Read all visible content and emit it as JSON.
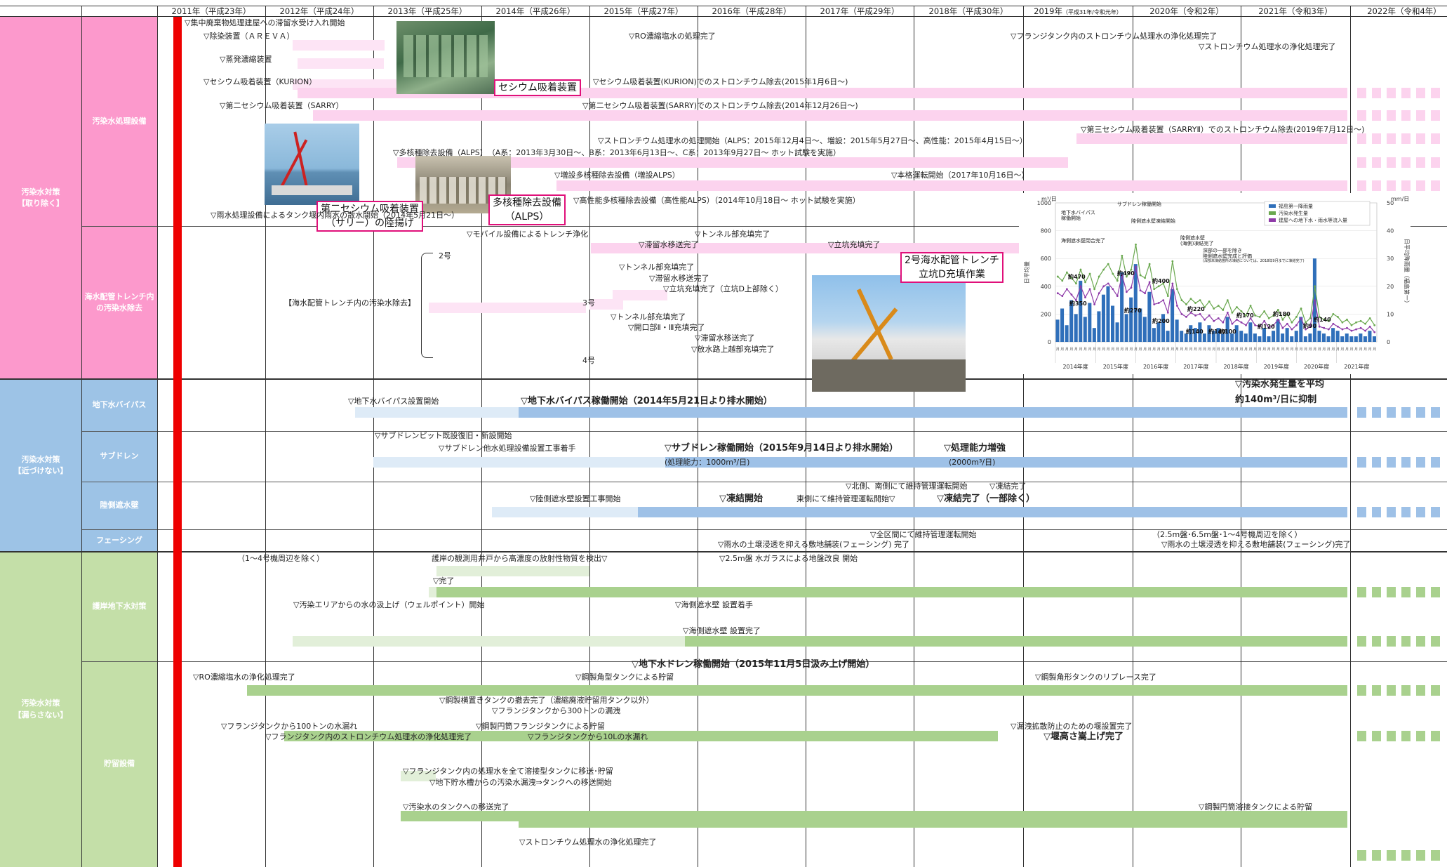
{
  "years": [
    {
      "t": "2011年（平成23年）"
    },
    {
      "t": "2012年（平成24年）"
    },
    {
      "t": "2013年（平成25年）"
    },
    {
      "t": "2014年（平成26年）"
    },
    {
      "t": "2015年（平成27年）"
    },
    {
      "t": "2016年（平成28年）"
    },
    {
      "t": "2017年（平成29年）"
    },
    {
      "t": "2018年（平成30年）"
    },
    {
      "t": "2019年",
      "s": "（平成31年/令和元年）"
    },
    {
      "t": "2020年（令和2年）"
    },
    {
      "t": "2021年（令和3年）"
    },
    {
      "t": "2022年（令和4年）"
    }
  ],
  "categories": [
    {
      "label": "汚染水対策\n【取り除く】",
      "color": "#fc99cc"
    },
    {
      "label": "汚染水対策\n【近づけない】",
      "color": "#9dc3e6"
    },
    {
      "label": "汚染水対策\n【漏らさない】",
      "color": "#c4dfa8"
    }
  ],
  "subcategories": [
    {
      "label": "汚染水処理設備",
      "color": "#fc99cc"
    },
    {
      "label": "海水配管トレンチ内\nの汚染水除去",
      "color": "#fc99cc"
    },
    {
      "label": "地下水バイパス",
      "color": "#9dc3e6"
    },
    {
      "label": "サブドレン",
      "color": "#9dc3e6"
    },
    {
      "label": "陸側遮水壁",
      "color": "#9dc3e6"
    },
    {
      "label": "フェーシング",
      "color": "#9dc3e6"
    },
    {
      "label": "護岸地下水対策",
      "color": "#c4dfa8"
    },
    {
      "label": "貯留設備",
      "color": "#c4dfa8"
    }
  ],
  "colors": {
    "pink_bar": "#fcd3ee",
    "pink_light": "#fde4f5",
    "blue_bar": "#9ec1e7",
    "blue_light": "#deebf7",
    "green_bar": "#a9d18e",
    "green_light": "#e2efd9",
    "red_line": "#ee0000",
    "caption_border": "#e0107a"
  },
  "bars": [
    {
      "c": "pink_light",
      "x0": 1.256,
      "x1": 2.103
    },
    {
      "c": "pink_light",
      "x0": 1.299,
      "x1": 2.096
    },
    {
      "c": "pink_light",
      "x0": 1.256,
      "x1": 2.226
    },
    {
      "c": "pink_bar",
      "x0": 1.298,
      "x1": 11.0
    },
    {
      "c": "pink_bar",
      "x0": 1.441,
      "x1": 11.0
    },
    {
      "c": "pink_bar",
      "x0": 8.49,
      "x1": 11.0
    },
    {
      "c": "pink_bar",
      "x0": 2.223,
      "x1": 8.413
    },
    {
      "c": "pink_bar",
      "x0": 3.692,
      "x1": 11.0
    },
    {
      "c": "pink_bar",
      "x0": 4.01,
      "x1": 11.0
    },
    {
      "c": "pink_light",
      "x0": 2.513,
      "x1": 3.969
    },
    {
      "c": "pink_light",
      "x0": 4.216,
      "x1": 4.719
    },
    {
      "c": "pink_light",
      "x0": 4.0,
      "x1": 4.309
    },
    {
      "c": "blue_light",
      "x0": 1.833,
      "x1": 3.346
    },
    {
      "c": "blue_bar",
      "x0": 3.346,
      "x1": 11.0
    },
    {
      "c": "blue_light",
      "x0": 2.0,
      "x1": 4.7
    },
    {
      "c": "blue_bar",
      "x0": 4.7,
      "x1": 11.0
    },
    {
      "c": "blue_light",
      "x0": 3.096,
      "x1": 4.451
    },
    {
      "c": "blue_bar",
      "x0": 4.451,
      "x1": 11.0
    },
    {
      "c": "green_light",
      "x0": 2.583,
      "x1": 4.0
    },
    {
      "c": "green_light",
      "x0": 2.513,
      "x1": 4.88
    },
    {
      "c": "green_bar",
      "x0": 2.583,
      "x1": 11.0
    },
    {
      "c": "green_light",
      "x0": 1.25,
      "x1": 4.88
    },
    {
      "c": "green_bar",
      "x0": 4.88,
      "x1": 11.0
    },
    {
      "c": "green_bar",
      "x0": 0.833,
      "x1": 11.0
    },
    {
      "c": "green_bar",
      "x0": 1.174,
      "x1": 7.77
    },
    {
      "c": "green_light",
      "x0": 2.256,
      "x1": 2.58
    },
    {
      "c": "green_bar",
      "x0": 2.256,
      "x1": 11.0
    },
    {
      "c": "green_bar",
      "x0": 3.346,
      "x1": 11.0
    }
  ],
  "dashes": [
    {
      "c": "pink_bar",
      "row": 0
    },
    {
      "c": "pink_bar",
      "row": 1
    },
    {
      "c": "pink_bar",
      "row": 2
    },
    {
      "c": "pink_bar",
      "row": 3
    },
    {
      "c": "pink_bar",
      "row": 4
    },
    {
      "c": "blue_bar",
      "row": 5
    },
    {
      "c": "blue_bar",
      "row": 6
    },
    {
      "c": "blue_bar",
      "row": 7
    },
    {
      "c": "green_bar",
      "row": 8
    },
    {
      "c": "green_bar",
      "row": 9
    },
    {
      "c": "green_bar",
      "row": 10
    },
    {
      "c": "green_bar",
      "row": 11
    },
    {
      "c": "green_bar",
      "row": 12
    }
  ],
  "events": [
    "▽集中廃棄物処理建屋への滞留水受け入れ開始",
    "▽除染装置（ＡＲＥＶＡ）",
    "▽蒸発濃縮装置",
    "▽セシウム吸着装置（KURION）",
    "▽第二セシウム吸着装置（SARRY）",
    "▽RO濃縮塩水の処理完了",
    "▽フランジタンク内のストロンチウム処理水の浄化処理完了",
    "▽ストロンチウム処理水の浄化処理完了",
    "▽セシウム吸着装置(KURION)でのストロンチウム除去(2015年1月6日～)",
    "▽第二セシウム吸着装置(SARRY)でのストロンチウム除去(2014年12月26日～)",
    "▽第三セシウム吸着装置（SARRYⅡ）でのストロンチウム除去(2019年7月12日～)",
    "▽ストロンチウム処理水の処理開始（ALPS：2015年12月4日～、増設：2015年5月27日～、高性能：2015年4月15日～）",
    "▽多核種除去設備（ALPS）　（A系：2013年3月30日～、B系：2013年6月13日～、C系：2013年9月27日～ ホット試験を実施）",
    "▽増設多核種除去設備（増設ALPS）",
    "▽本格運転開始（2017年10月16日～）",
    "▽高性能多核種除去設備（高性能ALPS）（2014年10月18日～ ホット試験を実施）",
    "▽モバイル設備によるトレンチ浄化",
    "▽トンネル部充填完了",
    "▽滞留水移送完了",
    "▽立坑充填完了",
    "2号",
    "▽トンネル部充填完了",
    "▽滞留水移送完了",
    "▽立坑充填完了（立坑D上部除く）",
    "【海水配管トレンチ内の汚染水除去】",
    "3号",
    "▽トンネル部充填完了",
    "▽開口部Ⅱ・Ⅲ充填完了",
    "▽滞留水移送完了",
    "▽放水路上越部充填完了",
    "4号",
    "▽地下水バイパス設置開始",
    "▽地下水バイパス稼働開始（2014年5月21日より排水開始）",
    "▽汚染水発生量を平均",
    "約140m³/日に抑制",
    "▽サブドレンピット既設復旧・新設開始",
    "▽サブドレン他水処理設備設置工事着手",
    "▽サブドレン稼働開始（2015年9月14日より排水開始）",
    "▽処理能力増強",
    "(処理能力：1000m³/日)",
    "(2000m³/日)",
    "▽北側、南側にて維持管理運転開始",
    "▽凍結完了",
    "▽陸側遮水壁設置工事開始",
    "▽凍結開始",
    "東側にて維持管理運転開始▽",
    "▽凍結完了（一部除く）",
    "▽全区間にて維持管理運転開始",
    "▽雨水の土壌浸透を抑える敷地舗装(フェーシング) 完了",
    "（2.5m盤･6.5m盤･1～4号機周辺を除く）",
    "▽雨水の土壌浸透を抑える敷地舗装(フェーシング)完了",
    "（1～4号機周辺を除く）",
    "護岸の観測用井戸から高濃度の放射性物質を検出▽",
    "▽2.5m盤 水ガラスによる地盤改良 開始",
    "▽完了",
    "▽汚染エリアからの水の汲上げ（ウェルポイント）開始",
    "▽海側遮水壁 設置着手",
    "▽海側遮水壁 設置完了",
    "▽地下水ドレン稼働開始（2015年11月5日汲み上げ開始）",
    "▽RO濃縮塩水の浄化処理完了",
    "▽鋼製角型タンクによる貯留",
    "▽鋼製角形タンクのリプレース完了",
    "▽鋼製横置きタンクの撤去完了（濃縮廃液貯留用タンク以外）",
    "▽フランジタンクから300トンの漏洩",
    "▽フランジタンクから100トンの水漏れ",
    "▽鋼製円筒フランジタンクによる貯留",
    "▽漏洩拡散防止のための堰設置完了",
    "▽フランジタンク内のストロンチウム処理水の浄化処理完了",
    "▽フランジタンクから10Lの水漏れ",
    "▽堰高さ嵩上げ完了",
    "▽フランジタンク内の処理水を全て溶接型タンクに移送･貯留",
    "▽地下貯水槽からの汚染水漏洩⇒タンクへの移送開始",
    "▽汚染水のタンクへの移送完了",
    "▽鋼製円筒溶接タンクによる貯留",
    "▽ストロンチウム処理水の浄化処理完了",
    "▽雨水処理設備によるタンク堰内雨水の散水開始（2014年5月21日～）"
  ],
  "captions": [
    {
      "lines": [
        "セシウム吸着装置"
      ]
    },
    {
      "lines": [
        "第二セシウム吸着装置",
        "（サリー）の陸揚げ"
      ]
    },
    {
      "lines": [
        "多核種除去設備",
        "（ALPS）"
      ]
    },
    {
      "lines": [
        "2号海水配管トレンチ",
        "立坑D充填作業"
      ]
    }
  ],
  "photos": [
    "cesium-plant-photo",
    "sarry-crane-photo",
    "alps-photo",
    "trench-pump-photo"
  ],
  "chart_data": {
    "type": "bar",
    "left_unit": "m³/日",
    "right_unit": "mm/日",
    "left_ticks": [
      "1000",
      "800",
      "600",
      "400",
      "200",
      "0"
    ],
    "right_ticks": [
      "50",
      "40",
      "30",
      "20",
      "10",
      "0"
    ],
    "ylabel": "日平均量",
    "ylabel_right": "日平均降雨量（福島第一）",
    "legend": [
      "福島第一降雨量",
      "汚染水発生量",
      "建屋への地下水・雨水等流入量"
    ],
    "fiscal_years": [
      "2014年度",
      "2015年度",
      "2016年度",
      "2017年度",
      "2018年度",
      "2019年度",
      "2020年度",
      "2021年度"
    ],
    "annotations": [
      "地下水バイパス\n稼働開始",
      "サブドレン稼働開始",
      "陸側遮水壁凍結開始",
      "海側遮水壁閉合完了",
      "陸側遮水壁\n(海側)凍結完了",
      "深部の一部を除き\n陸側遮水壁完成と評価",
      "(深部未凍結箇所の凍結については、2018年9月までに凍結完了)"
    ],
    "peak_labels": [
      "約470",
      "約350",
      "約270",
      "約490",
      "約400",
      "約200",
      "約140",
      "約220",
      "約140",
      "約100",
      "約170",
      "約120",
      "約180",
      "約90",
      "約140"
    ],
    "series": [
      {
        "name": "汚染水発生量",
        "values": [
          470,
          440,
          500,
          460,
          420,
          520,
          430,
          490,
          380,
          470,
          520,
          560,
          490,
          440,
          620,
          470,
          520,
          700,
          480,
          460,
          560,
          380,
          400,
          420,
          330,
          580,
          380,
          300,
          270,
          310,
          280,
          300,
          250,
          290,
          240,
          260,
          230,
          300,
          210,
          250,
          220,
          190,
          260,
          190,
          180,
          220,
          170,
          190,
          230,
          160,
          200,
          140,
          180,
          240,
          140,
          170,
          400,
          180,
          160,
          150,
          200,
          180,
          140,
          160,
          120,
          140,
          150,
          130,
          170,
          120
        ]
      },
      {
        "name": "建屋への地下水・雨水等流入量",
        "values": [
          350,
          330,
          380,
          340,
          300,
          400,
          320,
          380,
          270,
          350,
          400,
          420,
          380,
          330,
          480,
          360,
          390,
          540,
          370,
          350,
          430,
          270,
          280,
          300,
          210,
          420,
          260,
          200,
          180,
          210,
          190,
          200,
          160,
          190,
          150,
          170,
          140,
          210,
          130,
          160,
          140,
          120,
          170,
          120,
          110,
          150,
          100,
          120,
          160,
          100,
          130,
          90,
          120,
          170,
          90,
          110,
          300,
          110,
          100,
          90,
          130,
          110,
          90,
          100,
          80,
          90,
          100,
          80,
          110,
          70
        ]
      },
      {
        "name": "福島第一降雨量",
        "values": [
          8,
          12,
          6,
          15,
          10,
          22,
          9,
          14,
          5,
          11,
          17,
          20,
          13,
          7,
          25,
          10,
          16,
          28,
          12,
          9,
          18,
          5,
          7,
          10,
          4,
          19,
          8,
          4,
          3,
          6,
          5,
          7,
          3,
          6,
          4,
          5,
          3,
          9,
          3,
          6,
          4,
          3,
          7,
          3,
          2,
          5,
          2,
          4,
          8,
          3,
          5,
          2,
          4,
          9,
          2,
          3,
          30,
          4,
          3,
          2,
          5,
          4,
          2,
          3,
          2,
          2,
          3,
          2,
          4,
          2
        ]
      }
    ]
  }
}
